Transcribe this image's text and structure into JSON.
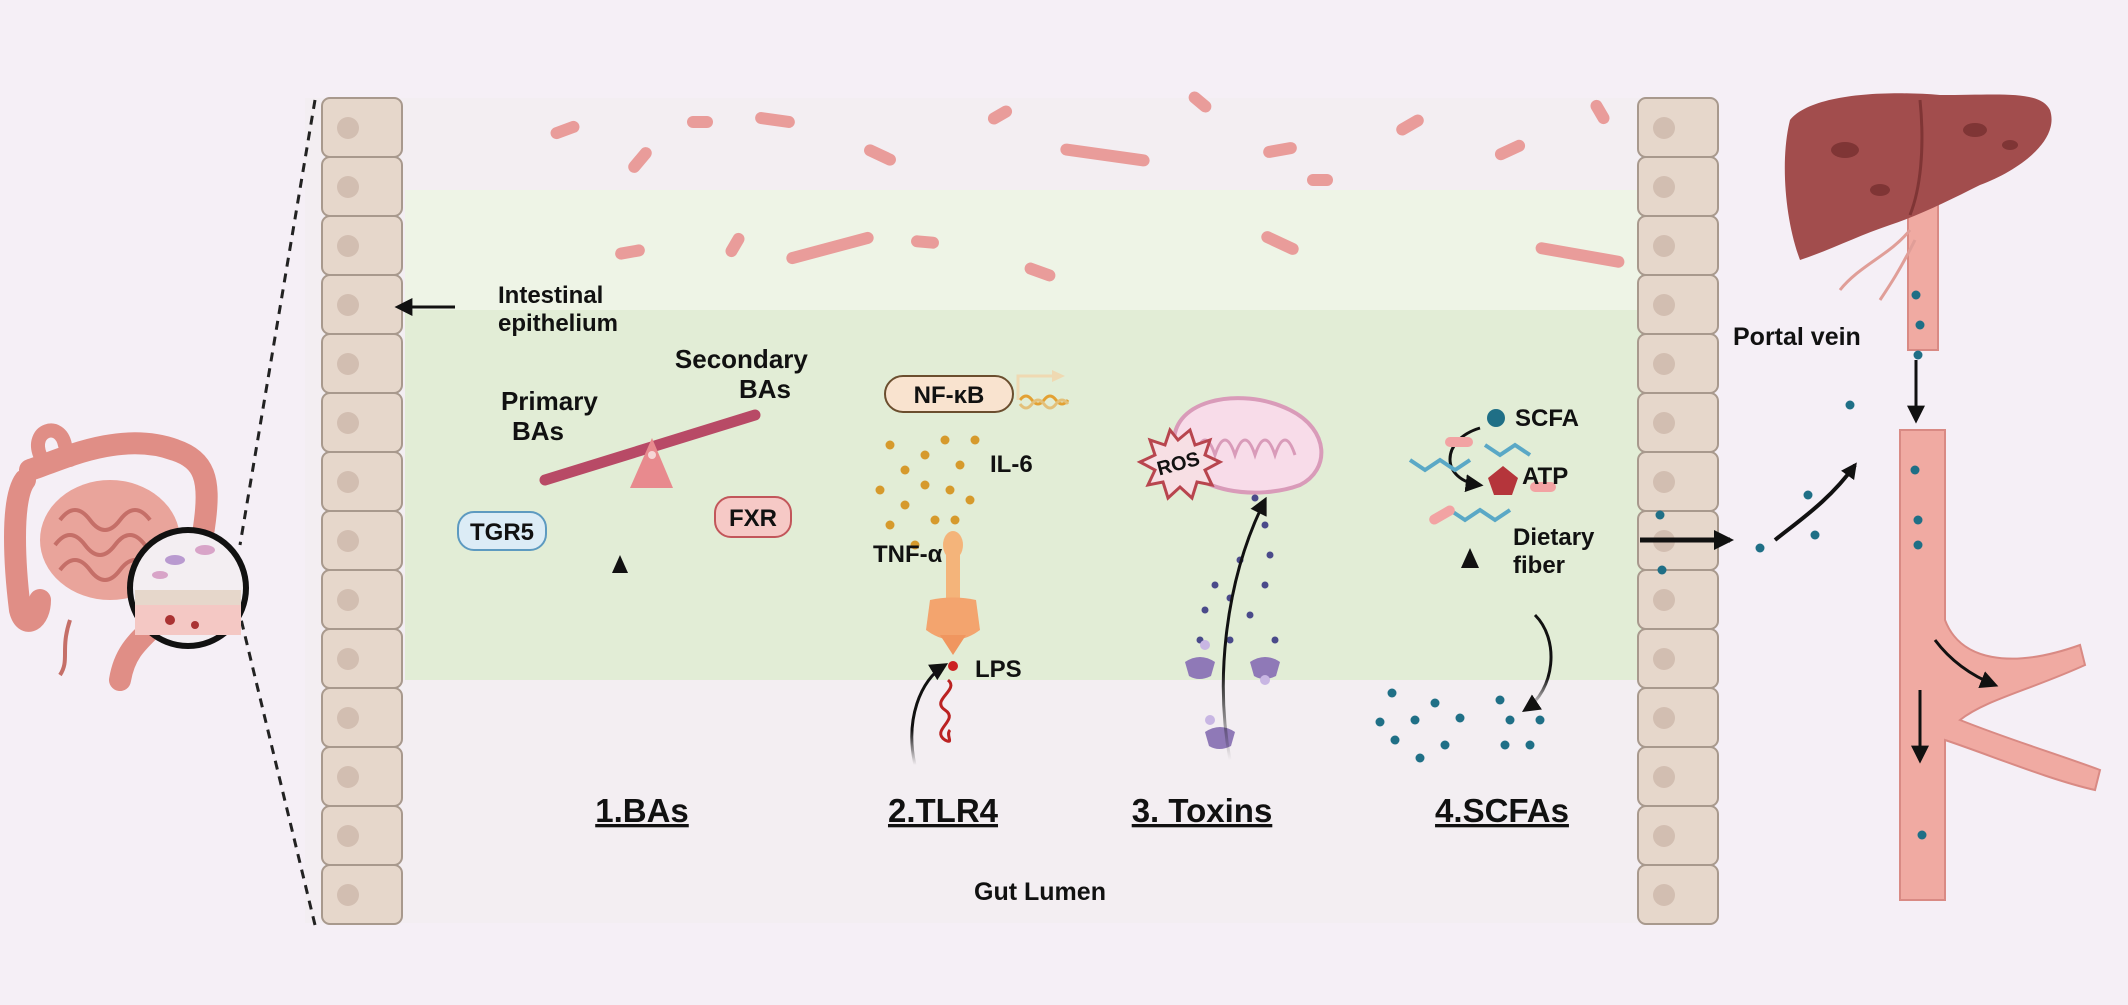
{
  "labels": {
    "intestinal_epithelium": [
      "Intestinal",
      "epithelium"
    ],
    "secondary_bas": [
      "Secondary",
      "BAs"
    ],
    "primary_bas": [
      "Primary",
      "BAs"
    ],
    "tgr5": "TGR5",
    "fxr": "FXR",
    "nfkb": "NF-κB",
    "il6": "IL-6",
    "tnfa": "TNF-α",
    "lps": "LPS",
    "ros": "ROS",
    "scfa": "SCFA",
    "atp": "ATP",
    "dietary_fiber": [
      "Dietary",
      "fiber"
    ],
    "portal_vein": "Portal vein",
    "gut_lumen": "Gut Lumen"
  },
  "mechanisms": [
    "1.BAs",
    "2.TLR4",
    "3. Toxins ",
    "4.SCFAs"
  ],
  "colors": {
    "background": "#f5eff6",
    "lumen": "#f1ecf0",
    "green_zone": "#e2edd6",
    "mucus_zone": "#eef4e6",
    "epithelial_cell": "#e6d7cb",
    "bacteria": "#e99c9a",
    "vein": "#f0aaa2",
    "liver": "#a24d4d",
    "scfa_dot": "#1f6f86"
  }
}
